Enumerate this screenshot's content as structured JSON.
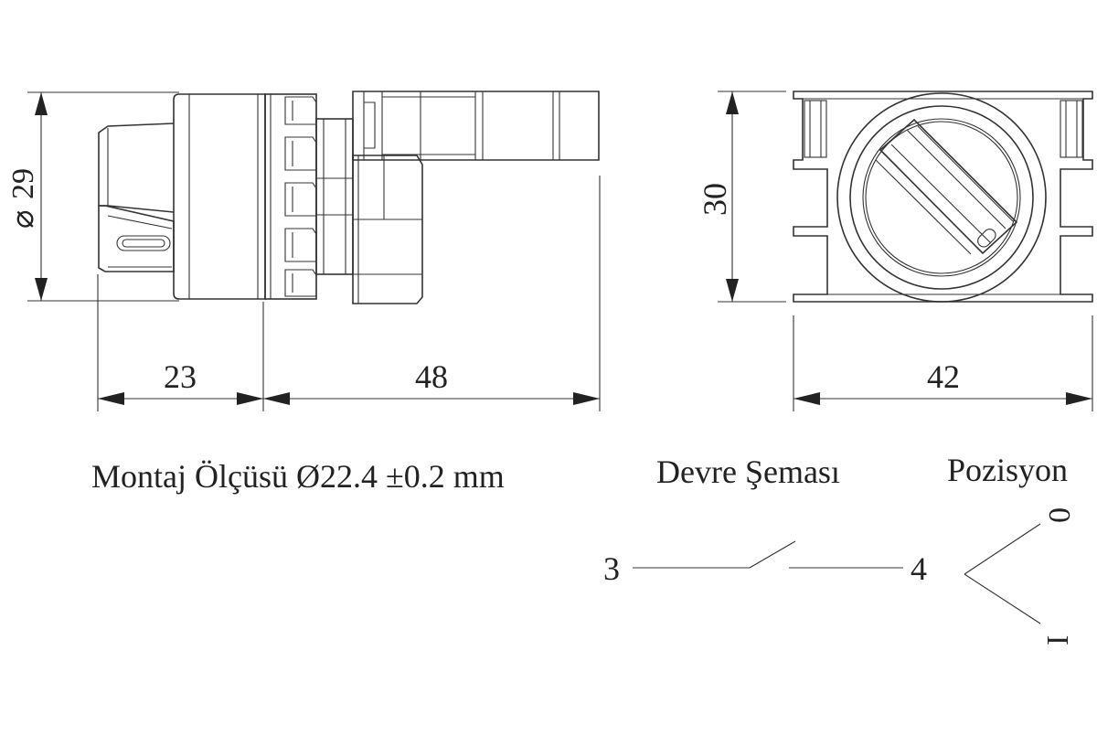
{
  "dimensions": {
    "diameter": "29",
    "front_depth": "23",
    "body_length": "48",
    "height": "30",
    "width": "42"
  },
  "mounting_note": "Montaj Ölçüsü Ø22.4 ±0.2 mm",
  "circuit": {
    "title": "Devre Şeması",
    "terminal_left": "3",
    "terminal_right": "4"
  },
  "positions": {
    "title": "Pozisyon",
    "position_0": "0",
    "position_1": "I"
  },
  "colors": {
    "line": "#333333",
    "text": "#222222",
    "background": "#ffffff"
  }
}
